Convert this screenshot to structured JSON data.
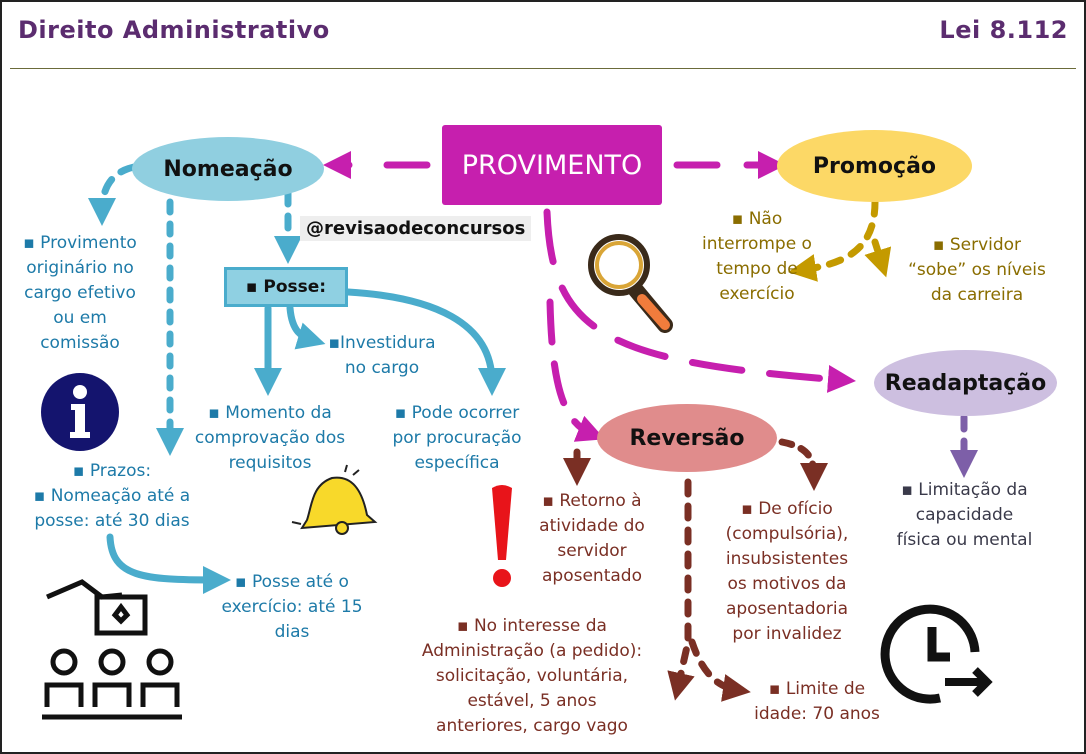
{
  "header": {
    "title": "Direito Administrativo",
    "law": "Lei 8.112"
  },
  "central": {
    "label": "PROVIMENTO"
  },
  "handle": "@revisaodeconcursos",
  "nomeacao": {
    "label": "Nomeação",
    "notes": [
      "▪ Provimento",
      "originário no",
      "cargo efetivo",
      "ou em",
      "comissão"
    ],
    "prazos": [
      "▪ Prazos:",
      "▪ Nomeação até a",
      "posse: até 30 dias"
    ],
    "posse_exercicio": [
      "▪ Posse até o",
      "exercício: até 15",
      "dias"
    ]
  },
  "posse": {
    "label": "▪ Posse:",
    "investidura": [
      "▪Investidura",
      "no cargo"
    ],
    "momento": [
      "▪ Momento da",
      "comprovação dos",
      "requisitos"
    ],
    "procuracao": [
      "▪ Pode ocorrer",
      "por procuração",
      "específica"
    ]
  },
  "promocao": {
    "label": "Promoção",
    "left": [
      "▪ Não",
      "interrompe o",
      "tempo de",
      "exercício"
    ],
    "right": [
      "▪ Servidor",
      "“sobe” os níveis",
      "da carreira"
    ]
  },
  "readaptacao": {
    "label": "Readaptação",
    "note": [
      "▪ Limitação da",
      "capacidade",
      "física ou mental"
    ]
  },
  "reversao": {
    "label": "Reversão",
    "retorno": [
      "▪ Retorno à",
      "atividade do",
      "servidor",
      "aposentado"
    ],
    "oficio": [
      "▪ De ofício",
      "(compulsória),",
      "insubsistentes",
      "os motivos da",
      "aposentadoria",
      "por invalidez"
    ],
    "interesse": [
      "▪ No interesse da",
      "Administração (a pedido):",
      "solicitação, voluntária,",
      "estável, 5 anos",
      "anteriores, cargo vago"
    ],
    "limite": [
      "▪ Limite de",
      "idade: 70 anos"
    ]
  },
  "colors": {
    "magenta": "#c61fae",
    "blue": "#4aaccc",
    "gold": "#c49a00",
    "brown": "#7a2f24",
    "purple": "#7d5fa8"
  }
}
